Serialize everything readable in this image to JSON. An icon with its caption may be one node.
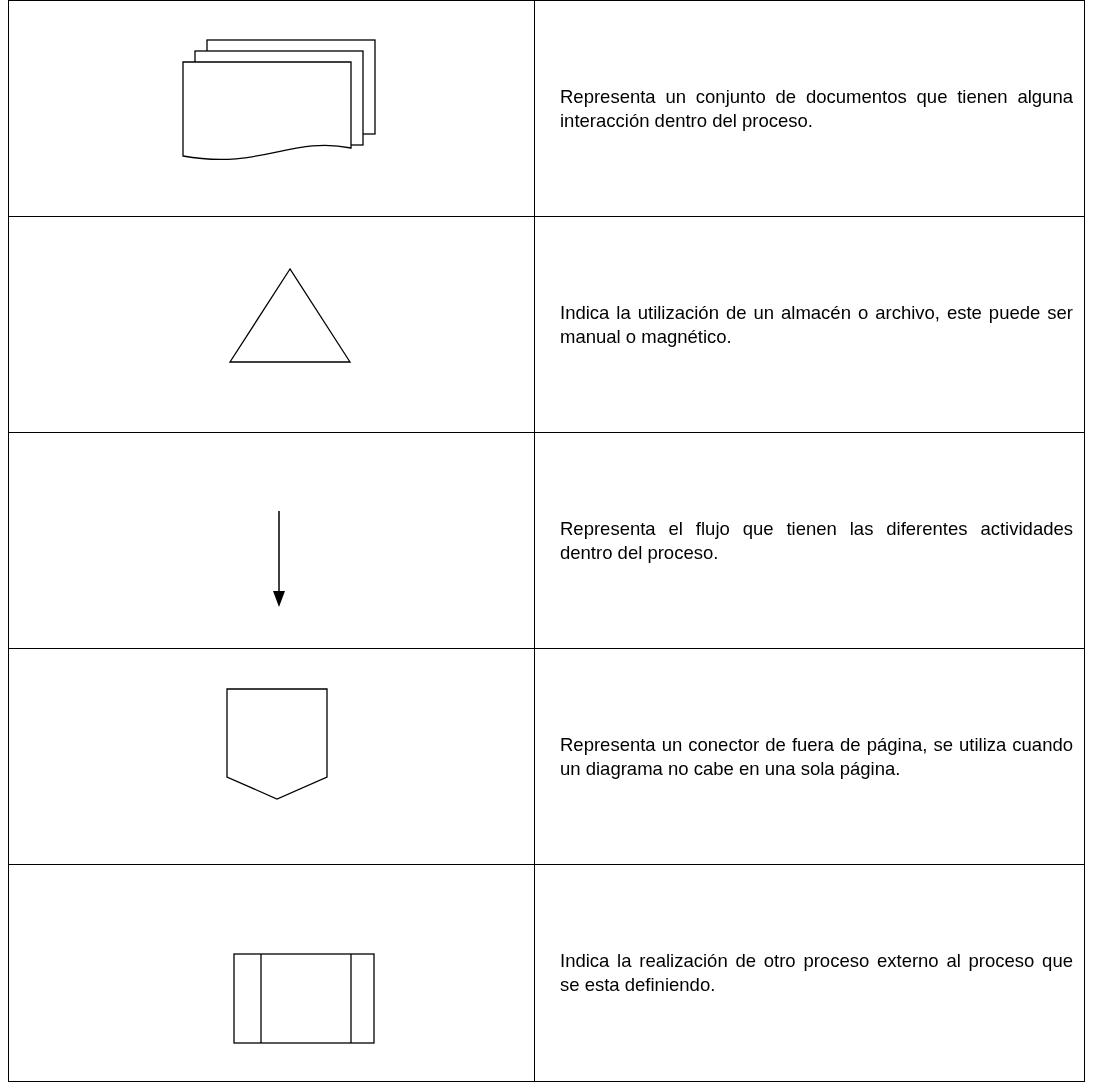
{
  "diagram": {
    "nodes": [
      {
        "text": [],
        "shape": "document"
      },
      {
        "text": [],
        "shape": "triangle"
      },
      {
        "text": [],
        "shape": "pentagon"
      },
      {
        "text": [],
        "shape": "box"
      }
    ],
    "labels": [
      "Representa un conjunto de documentos que tienen alguna interacción dentro del proceso.",
      "Indica la utilización de un almacén o archivo, este puede ser manual o magnético.",
      "Representa el flujo que tienen las diferentes actividades dentro del proceso.",
      "Representa un conector de fuera de página, se utiliza cuando un diagrama no cabe en una sola página.",
      "Indica la realización de otro proceso externo al proceso que se esta definiendo."
    ]
  }
}
